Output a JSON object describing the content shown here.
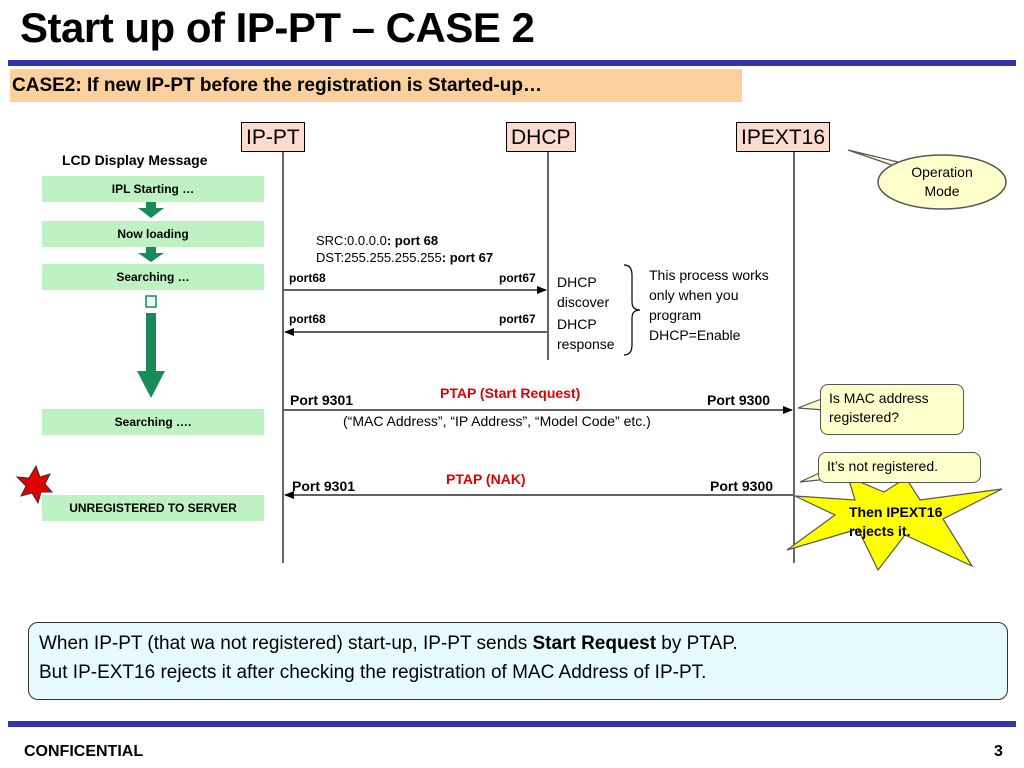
{
  "title": "Start up of IP-PT – CASE 2",
  "subtitle": "CASE2: If new IP-PT before the registration is Started-up…",
  "nodes": {
    "ippt": "IP-PT",
    "dhcp": "DHCP",
    "ipext": "IPEXT16"
  },
  "operation_mode": "Operation Mode",
  "lcd": {
    "title": "LCD Display Message",
    "messages": [
      "IPL Starting …",
      "Now loading",
      "Searching …",
      "Searching ….",
      "UNREGISTERED TO SERVER"
    ]
  },
  "dhcp_flow": {
    "src_prefix": "SRC:0.0.0.0",
    "src_port": ": port 68",
    "dst_prefix": "DST:255.255.255.255",
    "dst_port": ": port 67",
    "discover": {
      "from_port": "port68",
      "to_port": "port67",
      "label": "DHCP discover"
    },
    "response": {
      "from_port": "port68",
      "to_port": "port67",
      "label": "DHCP response"
    },
    "note": "This process works only when you program DHCP=Enable"
  },
  "ptap_request": {
    "label": "PTAP (Start Request)",
    "left_port": "Port 9301",
    "right_port": "Port 9300",
    "params": "(“MAC Address”, “IP Address”, “Model Code” etc.)"
  },
  "ptap_nak": {
    "label": "PTAP (NAK)",
    "left_port": "Port 9301",
    "right_port": "Port 9300"
  },
  "callouts": {
    "mac_question": "Is MAC address registered?",
    "not_registered": "It’s not registered.",
    "rejects": "Then IPEXT16 rejects it."
  },
  "summary": {
    "line1_prefix": "When IP-PT (that wa not registered) start-up, IP-PT sends ",
    "line1_bold": "Start Request",
    "line1_suffix": " by PTAP.",
    "line2": "But IP-EXT16 rejects it after checking the registration of MAC Address of IP-PT."
  },
  "footer": {
    "left": "CONFICENTIAL",
    "page": "3"
  },
  "colors": {
    "rule": "#3333aa",
    "subtitle_bg": "#fbd09c",
    "node_bg": "#fddcce",
    "lcd_bg": "#bff2c2",
    "arrow_green": "#1a8a5a",
    "callout_bg": "#ffffcc",
    "star_yellow": "#ffff00",
    "burst_red": "#e00000",
    "summary_bg": "#e6fbfd",
    "ptap_label": "#e00000"
  }
}
